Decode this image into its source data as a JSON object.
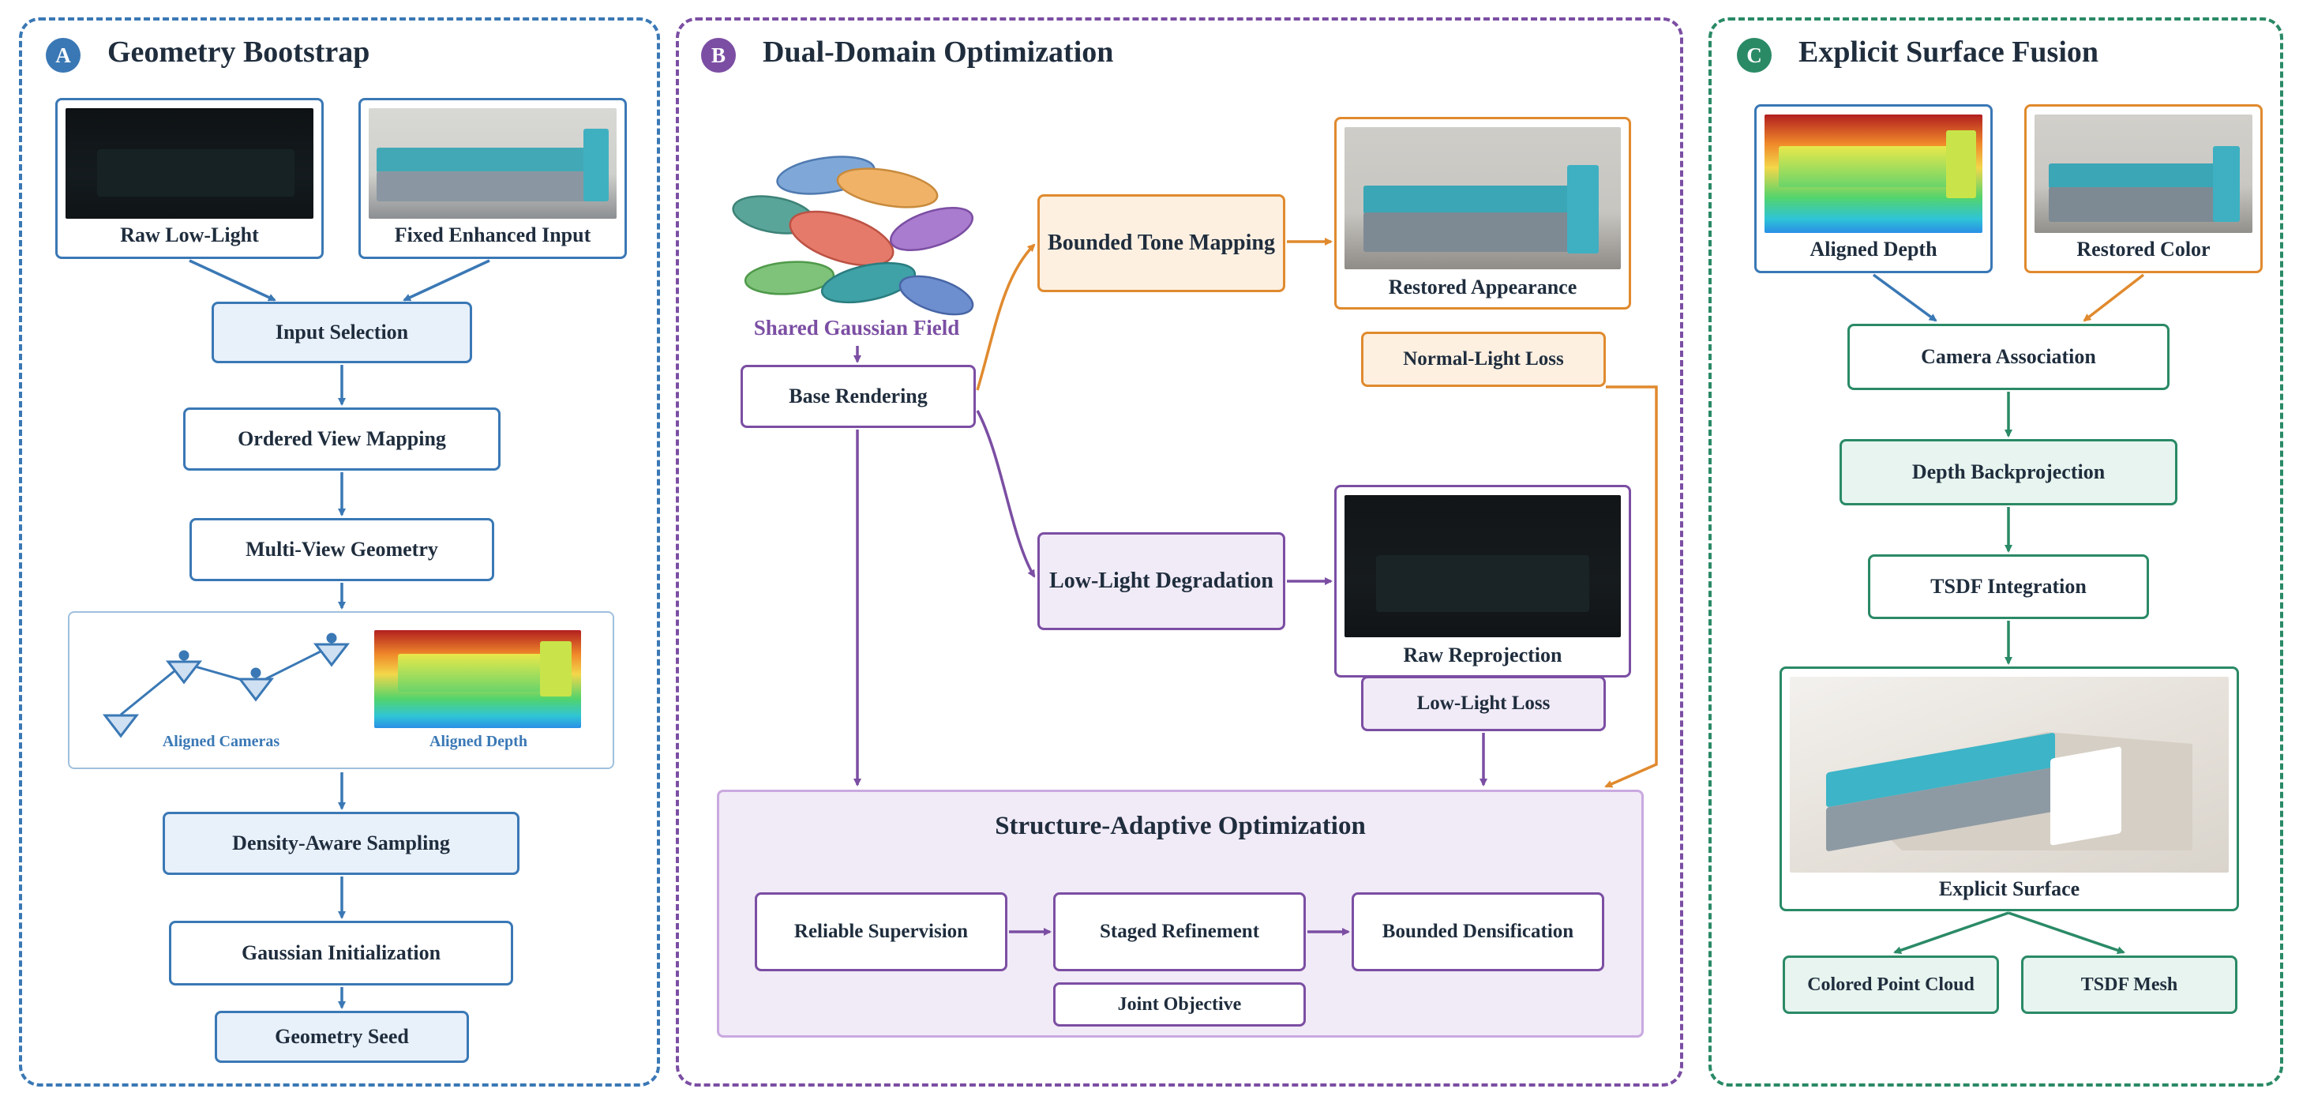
{
  "colors": {
    "blue": "#3a78b5",
    "purple": "#7b4ea3",
    "orange": "#e08a2e",
    "green": "#2a8a66",
    "blue_fill": "#e8f0fa",
    "purple_fill": "#f1eaf7",
    "orange_fill": "#fdf0e1",
    "green_fill": "#e7f4ef"
  },
  "panel_a": {
    "badge": "A",
    "title": "Geometry Bootstrap",
    "raw_caption": "Raw Low-Light",
    "fixed_caption": "Fixed Enhanced Input",
    "input_selection": "Input Selection",
    "ordered_view_mapping": "Ordered View Mapping",
    "multi_view_geometry": "Multi-View Geometry",
    "aligned_cameras": "Aligned Cameras",
    "aligned_depth": "Aligned Depth",
    "density_aware_sampling": "Density-Aware Sampling",
    "gaussian_initialization": "Gaussian Initialization",
    "geometry_seed": "Geometry Seed"
  },
  "panel_b": {
    "badge": "B",
    "title": "Dual-Domain Optimization",
    "shared_gaussian_field": "Shared Gaussian Field",
    "base_rendering": "Base Rendering",
    "bounded_tone_mapping": "Bounded Tone Mapping",
    "restored_appearance": "Restored Appearance",
    "normal_light_loss": "Normal-Light Loss",
    "low_light_degradation": "Low-Light Degradation",
    "raw_reprojection": "Raw Reprojection",
    "low_light_loss": "Low-Light Loss",
    "structure_adaptive_optimization": "Structure-Adaptive Optimization",
    "reliable_supervision": "Reliable Supervision",
    "staged_refinement": "Staged Refinement",
    "bounded_densification": "Bounded Densification",
    "joint_objective": "Joint Objective"
  },
  "panel_c": {
    "badge": "C",
    "title": "Explicit Surface Fusion",
    "aligned_depth": "Aligned Depth",
    "restored_color": "Restored Color",
    "camera_association": "Camera Association",
    "depth_backprojection": "Depth Backprojection",
    "tsdf_integration": "TSDF Integration",
    "explicit_surface": "Explicit Surface",
    "colored_point_cloud": "Colored Point Cloud",
    "tsdf_mesh": "TSDF Mesh"
  }
}
